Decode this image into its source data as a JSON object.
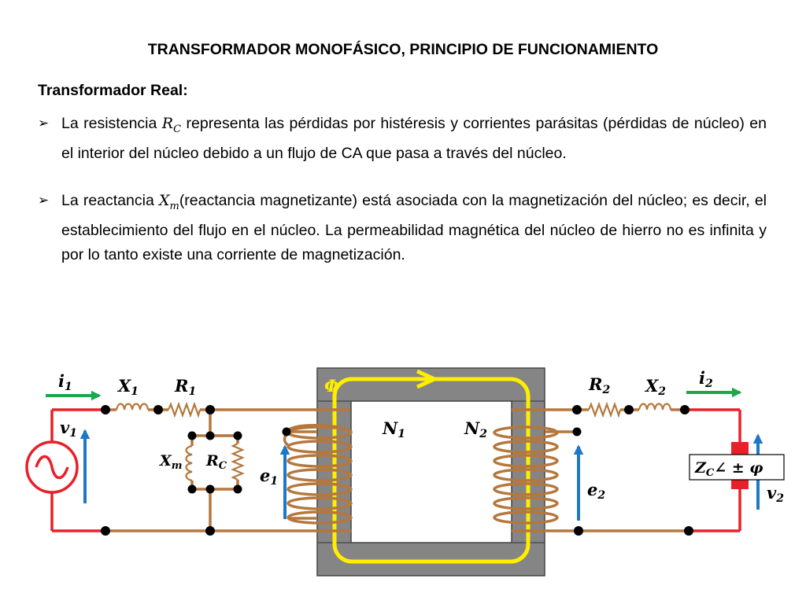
{
  "title": "TRANSFORMADOR MONOFÁSICO, PRINCIPIO DE FUNCIONAMIENTO",
  "subtitle": "Transformador Real:",
  "bullets": [
    {
      "pre": "La resistencia ",
      "sym": "R",
      "sub": "C",
      "post": " representa las pérdidas por histéresis y corrientes parásitas (pérdidas de núcleo) en el interior del núcleo debido a un flujo de CA que pasa a través del núcleo."
    },
    {
      "pre": "La reactancia ",
      "sym": "X",
      "sub": "m",
      "post": "(reactancia magnetizante) está asociada con la magnetización del núcleo; es decir, el establecimiento del flujo en el núcleo. La permeabilidad magnética del núcleo de hierro no es infinita y por lo tanto existe una corriente de magnetización."
    }
  ],
  "diagram": {
    "labels": {
      "i1": {
        "sym": "i",
        "sub": "1"
      },
      "x1": {
        "sym": "X",
        "sub": "1"
      },
      "r1": {
        "sym": "R",
        "sub": "1"
      },
      "v1": {
        "sym": "v",
        "sub": "1"
      },
      "xm": {
        "sym": "X",
        "sub": "m"
      },
      "rc": {
        "sym": "R",
        "sub": "C"
      },
      "e1": {
        "sym": "e",
        "sub": "1"
      },
      "phi": {
        "sym": "Φ"
      },
      "n1": {
        "sym": "N",
        "sub": "1"
      },
      "n2": {
        "sym": "N",
        "sub": "2"
      },
      "e2": {
        "sym": "e",
        "sub": "2"
      },
      "r2": {
        "sym": "R",
        "sub": "2"
      },
      "x2": {
        "sym": "X",
        "sub": "2"
      },
      "i2": {
        "sym": "i",
        "sub": "2"
      },
      "zc": {
        "sym": "Z",
        "sub": "C",
        "suffix": "∠ ± φ"
      },
      "v2": {
        "sym": "v",
        "sub": "2"
      }
    },
    "colors": {
      "wire_brown": "#b5773c",
      "wire_red": "#e8202a",
      "arrow_green": "#1aa84a",
      "arrow_blue": "#1e78c8",
      "flux_yellow": "#ffee00",
      "core_gray": "#858585",
      "load_red": "#e8202a"
    }
  }
}
